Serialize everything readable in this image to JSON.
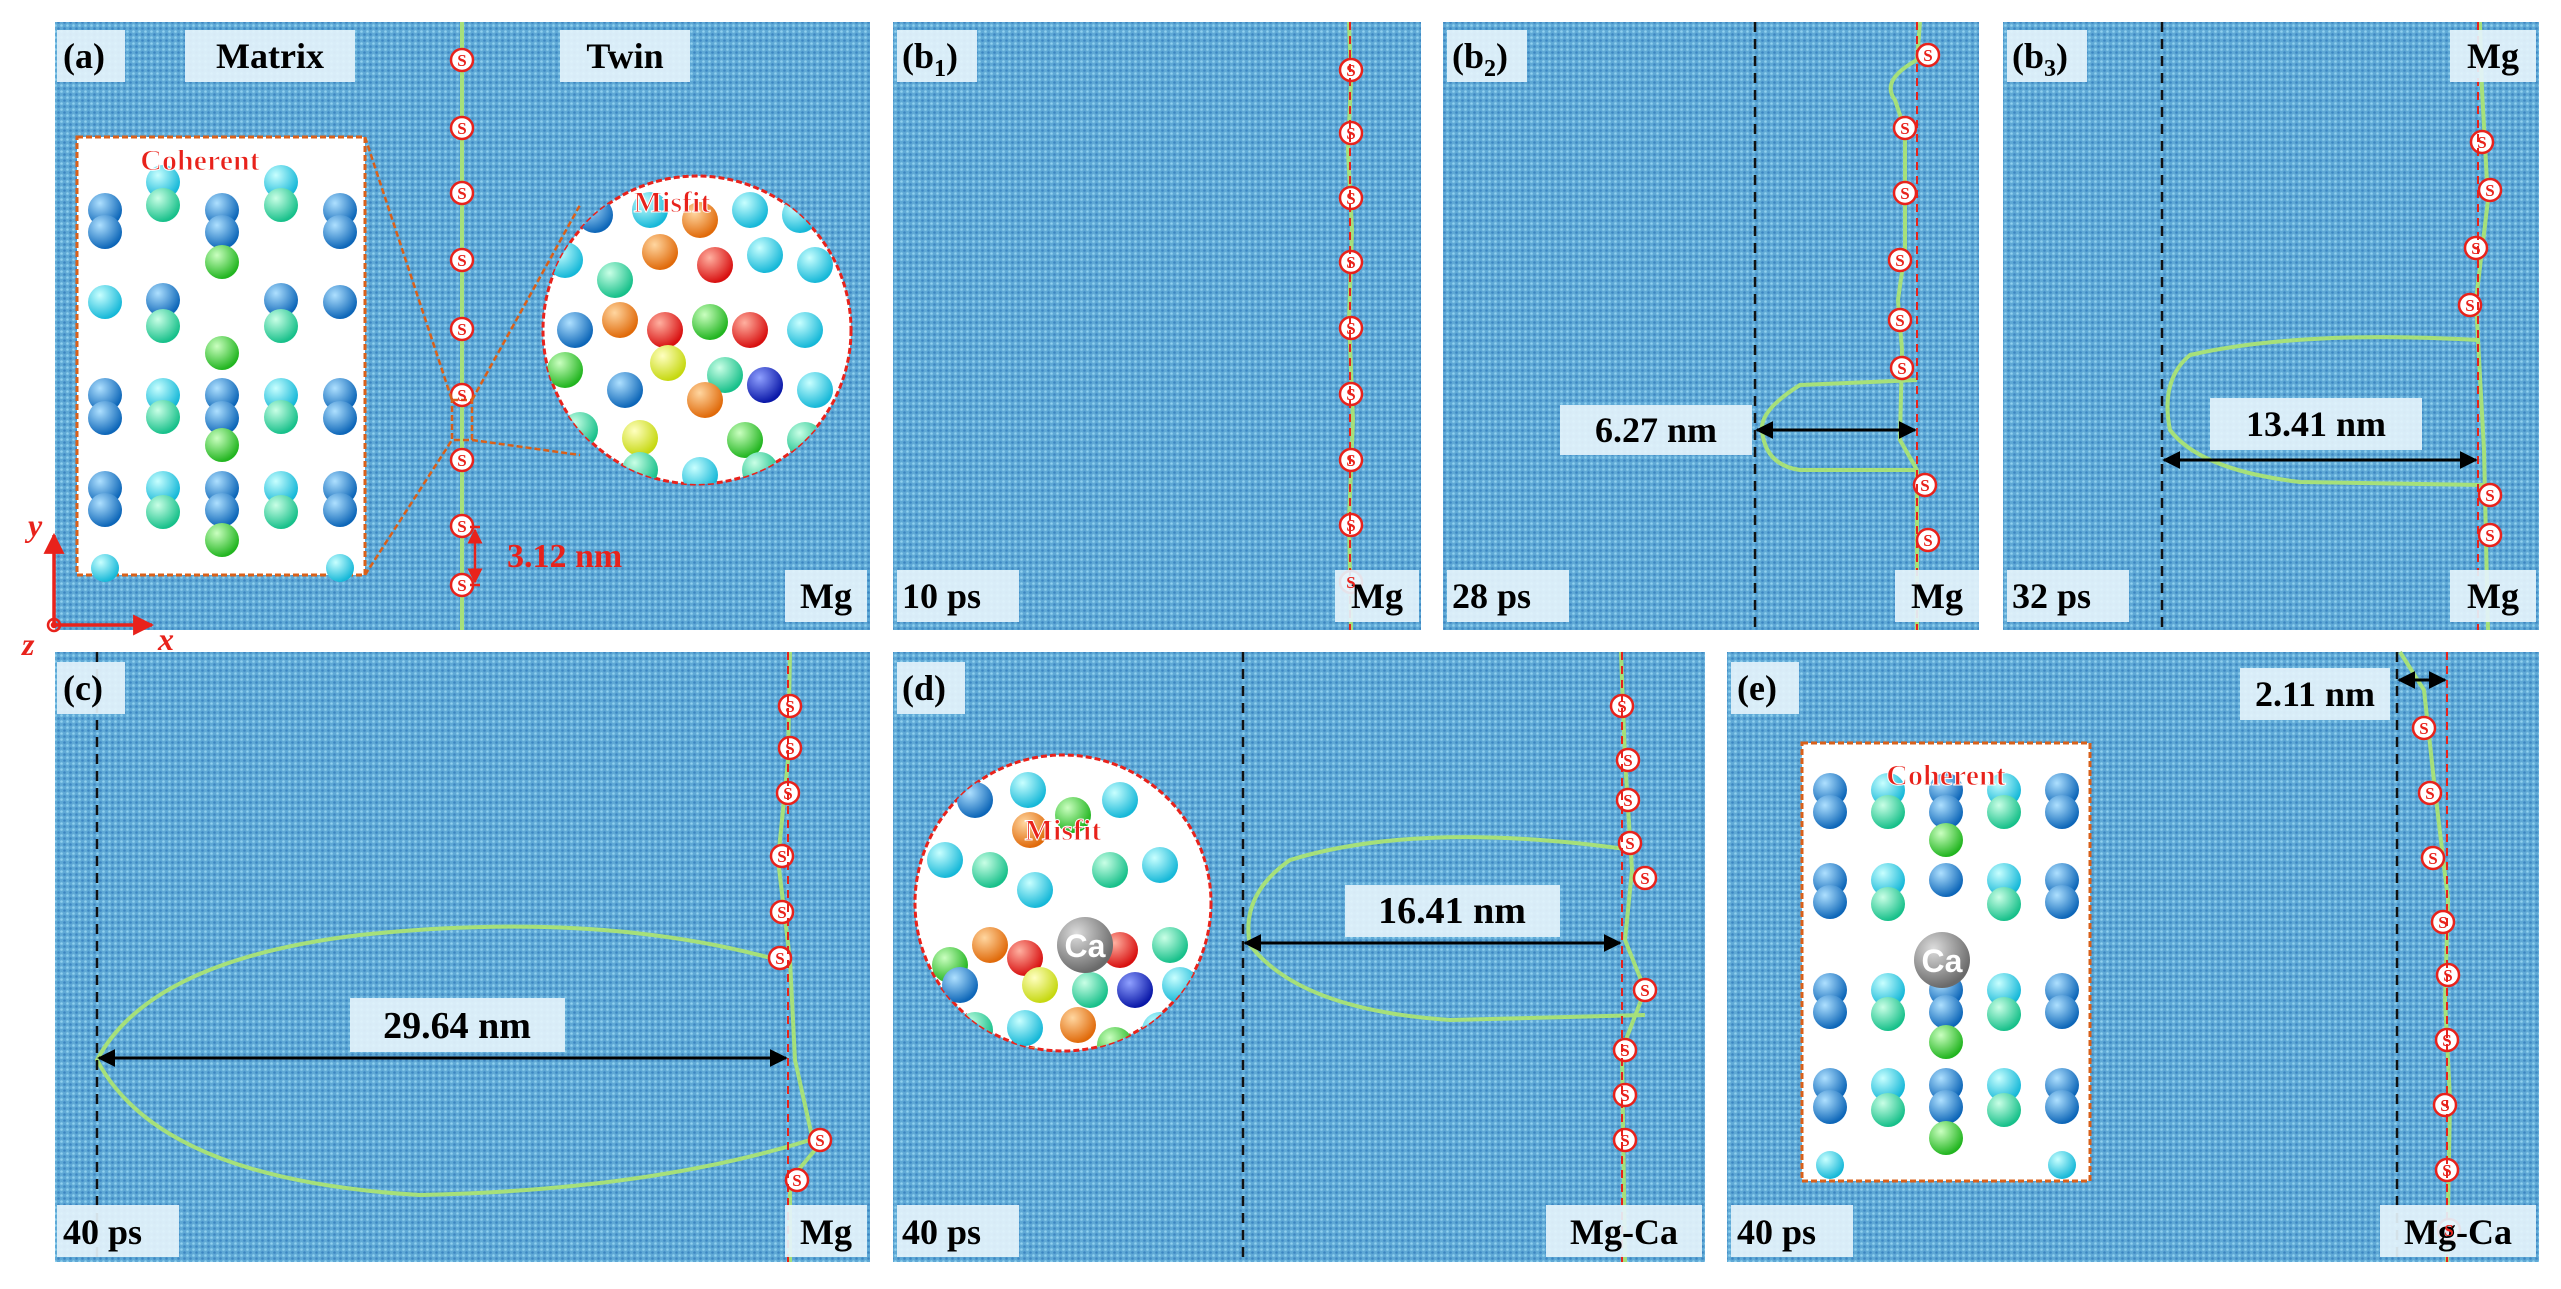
{
  "panels": {
    "a": {
      "label": "(a)",
      "left_title": "Matrix",
      "right_title": "Twin",
      "material": "Mg",
      "coherent_label": "Coherent",
      "misfit_label": "Misfit",
      "spacing": "3.12 nm",
      "s_marker": "S",
      "axes": {
        "y": "y",
        "x": "x",
        "z": "z"
      }
    },
    "b1": {
      "label": "(b",
      "sub": "1",
      "time": "10 ps",
      "material": "Mg"
    },
    "b2": {
      "label": "(b",
      "sub": "2",
      "time": "28 ps",
      "material": "Mg",
      "measure": "6.27 nm"
    },
    "b3": {
      "label": "(b",
      "sub": "3",
      "time": "32 ps",
      "material_top": "Mg",
      "material": "Mg",
      "measure": "13.41 nm"
    },
    "c": {
      "label": "(c)",
      "time": "40 ps",
      "material": "Mg",
      "measure": "29.64 nm"
    },
    "d": {
      "label": "(d)",
      "time": "40 ps",
      "material": "Mg-Ca",
      "measure": "16.41 nm",
      "misfit_label": "Misfit",
      "ca_label": "Ca"
    },
    "e": {
      "label": "(e)",
      "time": "40 ps",
      "material": "Mg-Ca",
      "measure": "2.11 nm",
      "coherent_label": "Coherent",
      "ca_label": "Ca"
    }
  },
  "colors": {
    "background": "#5fa9d6",
    "accent_red": "#e8221b",
    "boundary": "#a6e07a"
  }
}
